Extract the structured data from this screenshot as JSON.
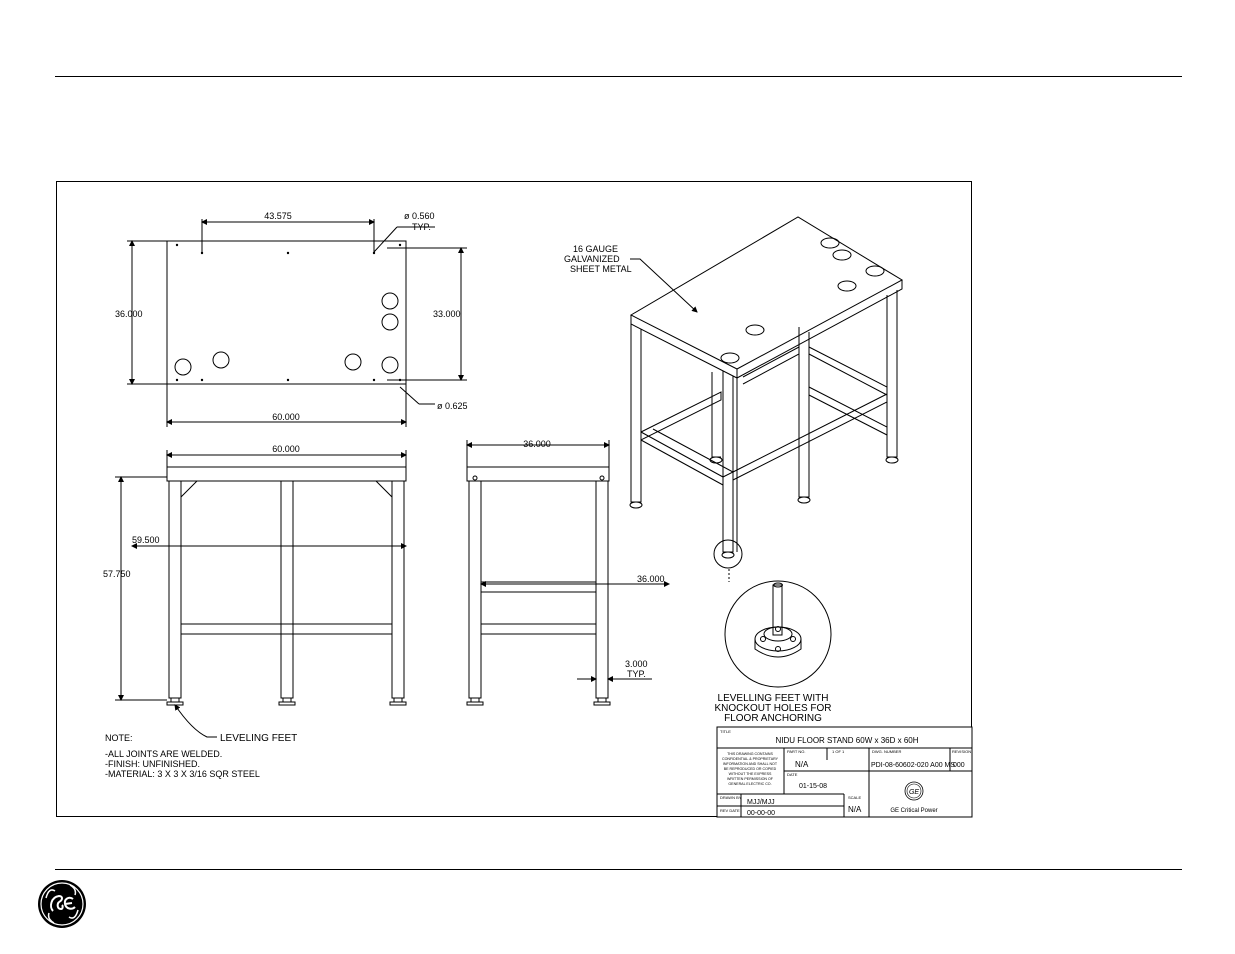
{
  "plan_view": {
    "dim_hole_spacing": "43.575",
    "dim_hole_dia_top": "ø 0.560",
    "dim_hole_dia_top_note": "TYP.",
    "dim_depth": "36.000",
    "dim_inner_depth": "33.000",
    "dim_width": "60.000",
    "dim_hole_dia_bottom": "ø 0.625"
  },
  "front_view": {
    "dim_width": "60.000",
    "dim_height": "57.750",
    "dim_frame": "59.500"
  },
  "side_view": {
    "dim_depth_top": "36.000",
    "dim_depth_mid": "36.000",
    "dim_tube": "3.000",
    "dim_tube_note": "TYP."
  },
  "iso_view": {
    "label_line1": "16 GAUGE",
    "label_line2": "GALVANIZED",
    "label_line3": "SHEET METAL"
  },
  "detail": {
    "line1": "LEVELLING FEET WITH",
    "line2": "KNOCKOUT HOLES FOR",
    "line3": "FLOOR ANCHORING"
  },
  "leveling_feet_label": "LEVELING FEET",
  "notes": {
    "heading": "NOTE:",
    "items": [
      "-ALL JOINTS ARE WELDED.",
      "-FINISH: UNFINISHED.",
      "-MATERIAL: 3 X 3 X 3/16 SQR STEEL"
    ]
  },
  "title_block": {
    "title_label": "TITLE",
    "title": "NIDU FLOOR STAND 60W x 36D x 60H",
    "part_no_label": "PART NO.",
    "part_no": "N/A",
    "sheet_label": "1 OF 1",
    "dwg_no_label": "DWG. NUMBER",
    "dwg_no": "PDI-08-60602-020 A00 MS",
    "revision_label": "REVISION",
    "revision": "000",
    "date_label": "DATE",
    "date": "01-15-08",
    "drawn_by_label": "DRAWN BY",
    "drawn_by": "MJJ/MJJ",
    "rev_date_label": "REV DATE",
    "rev_date": "00-00-00",
    "scale_label": "SCALE",
    "scale": "N/A",
    "confidential_lines": [
      "THIS DRAWING CONTAINS",
      "CONFIDENTIAL & PROPRIETARY",
      "INFORMATION AND SHALL NOT",
      "BE REPRODUCED OR COPIED",
      "WITHOUT THE EXPRESS",
      "WRITTEN PERMISSION OF",
      "GENERAL ELECTRIC CO."
    ],
    "company": "GE Critical Power"
  },
  "logo_text": "GE"
}
